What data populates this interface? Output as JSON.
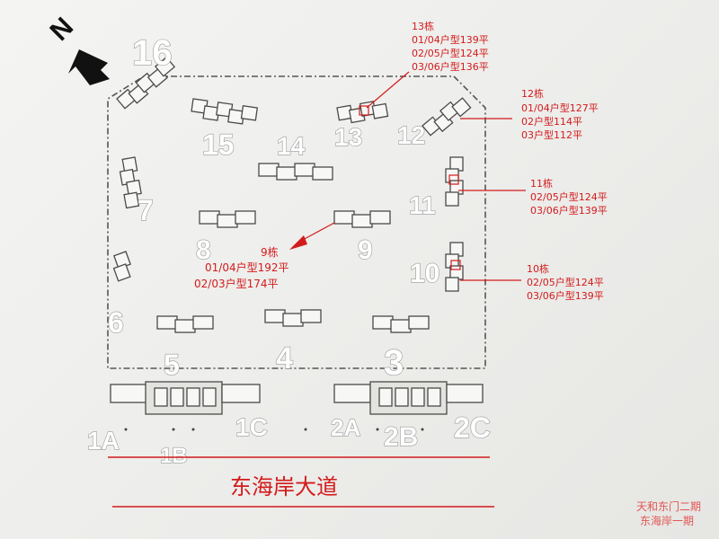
{
  "compass": {
    "letter": "N"
  },
  "buildings": [
    {
      "id": "b16",
      "label": "16"
    },
    {
      "id": "b15",
      "label": "15"
    },
    {
      "id": "b14",
      "label": "14"
    },
    {
      "id": "b13",
      "label": "13"
    },
    {
      "id": "b12",
      "label": "12"
    },
    {
      "id": "b11",
      "label": "11"
    },
    {
      "id": "b10",
      "label": "10"
    },
    {
      "id": "b9",
      "label": "9"
    },
    {
      "id": "b8",
      "label": "8"
    },
    {
      "id": "b7",
      "label": "7"
    },
    {
      "id": "b6",
      "label": "6"
    },
    {
      "id": "b5",
      "label": "5"
    },
    {
      "id": "b4",
      "label": "4"
    },
    {
      "id": "b3",
      "label": "3"
    },
    {
      "id": "b1a",
      "label": "1A"
    },
    {
      "id": "b1b",
      "label": "1B"
    },
    {
      "id": "b1c",
      "label": "1C"
    },
    {
      "id": "b2a",
      "label": "2A"
    },
    {
      "id": "b2b",
      "label": "2B"
    },
    {
      "id": "b2c",
      "label": "2C"
    }
  ],
  "annotations": {
    "b13": [
      "13栋",
      "01/04户型139平",
      "02/05户型124平",
      "03/06户型136平"
    ],
    "b12": [
      "12栋",
      "01/04户型127平",
      "02户型114平",
      "03户型112平"
    ],
    "b11": [
      "11栋",
      "02/05户型124平",
      "03/06户型139平"
    ],
    "b10": [
      "10栋",
      "02/05户型124平",
      "03/06户型139平"
    ],
    "b9": [
      "9栋",
      "01/04户型192平",
      "02/03户型174平"
    ]
  },
  "road": {
    "name": "东海岸大道"
  },
  "watermark": [
    "天和东门二期",
    "东海岸一期"
  ],
  "colors": {
    "annotation": "#d21b1b",
    "paper": "#f0f0ee",
    "outline": "#4a4a4a"
  }
}
